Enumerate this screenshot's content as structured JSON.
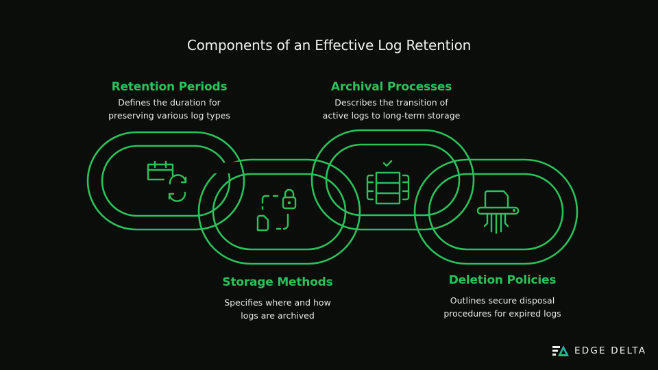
{
  "title": "Components of an Effective Log Retention",
  "accent_color": "#2bc25a",
  "background_color": "#0b0d0b",
  "components": [
    {
      "heading": "Retention Periods",
      "description_line1": "Defines the duration for",
      "description_line2": "preserving various log types",
      "icon": "calendar-refresh-icon"
    },
    {
      "heading": "Archival Processes",
      "description_line1": "Describes the transition of",
      "description_line2": "active logs to long-term storage",
      "icon": "server-archive-check-icon"
    },
    {
      "heading": "Storage Methods",
      "description_line1": "Specifies where and how",
      "description_line2": "logs are archived",
      "icon": "file-lock-transfer-icon"
    },
    {
      "heading": "Deletion Policies",
      "description_line1": "Outlines secure disposal",
      "description_line2": "procedures for expired logs",
      "icon": "paper-shredder-icon"
    }
  ],
  "brand": {
    "name": "EDGE DELTA",
    "logo_icon": "edge-delta-logo-icon"
  }
}
